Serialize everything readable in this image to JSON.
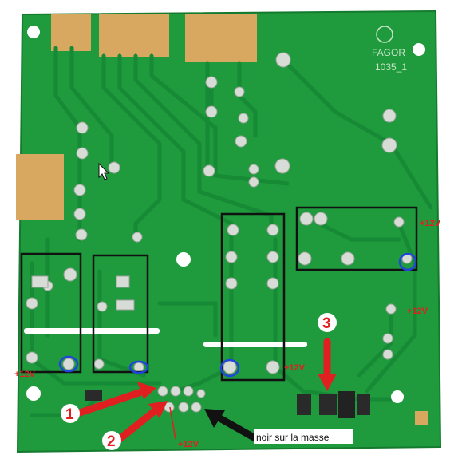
{
  "board": {
    "marking_brand": "FAGOR",
    "marking_code": "1035_1"
  },
  "labels": {
    "plus12v": "+12V",
    "num1": "1",
    "num2": "2",
    "num3": "3",
    "ground_note": "noir sur la masse"
  },
  "colors": {
    "pcb": "#1f9a3d",
    "pcb_dark": "#14752c",
    "pad": "#d8dcd6",
    "gold": "#d9a860",
    "highlight_box": "#111111",
    "marker_circle": "#2244dd",
    "annotation_red": "#e02020",
    "annotation_arrow_black": "#111111"
  },
  "icons": [
    "mouse-cursor-icon"
  ]
}
